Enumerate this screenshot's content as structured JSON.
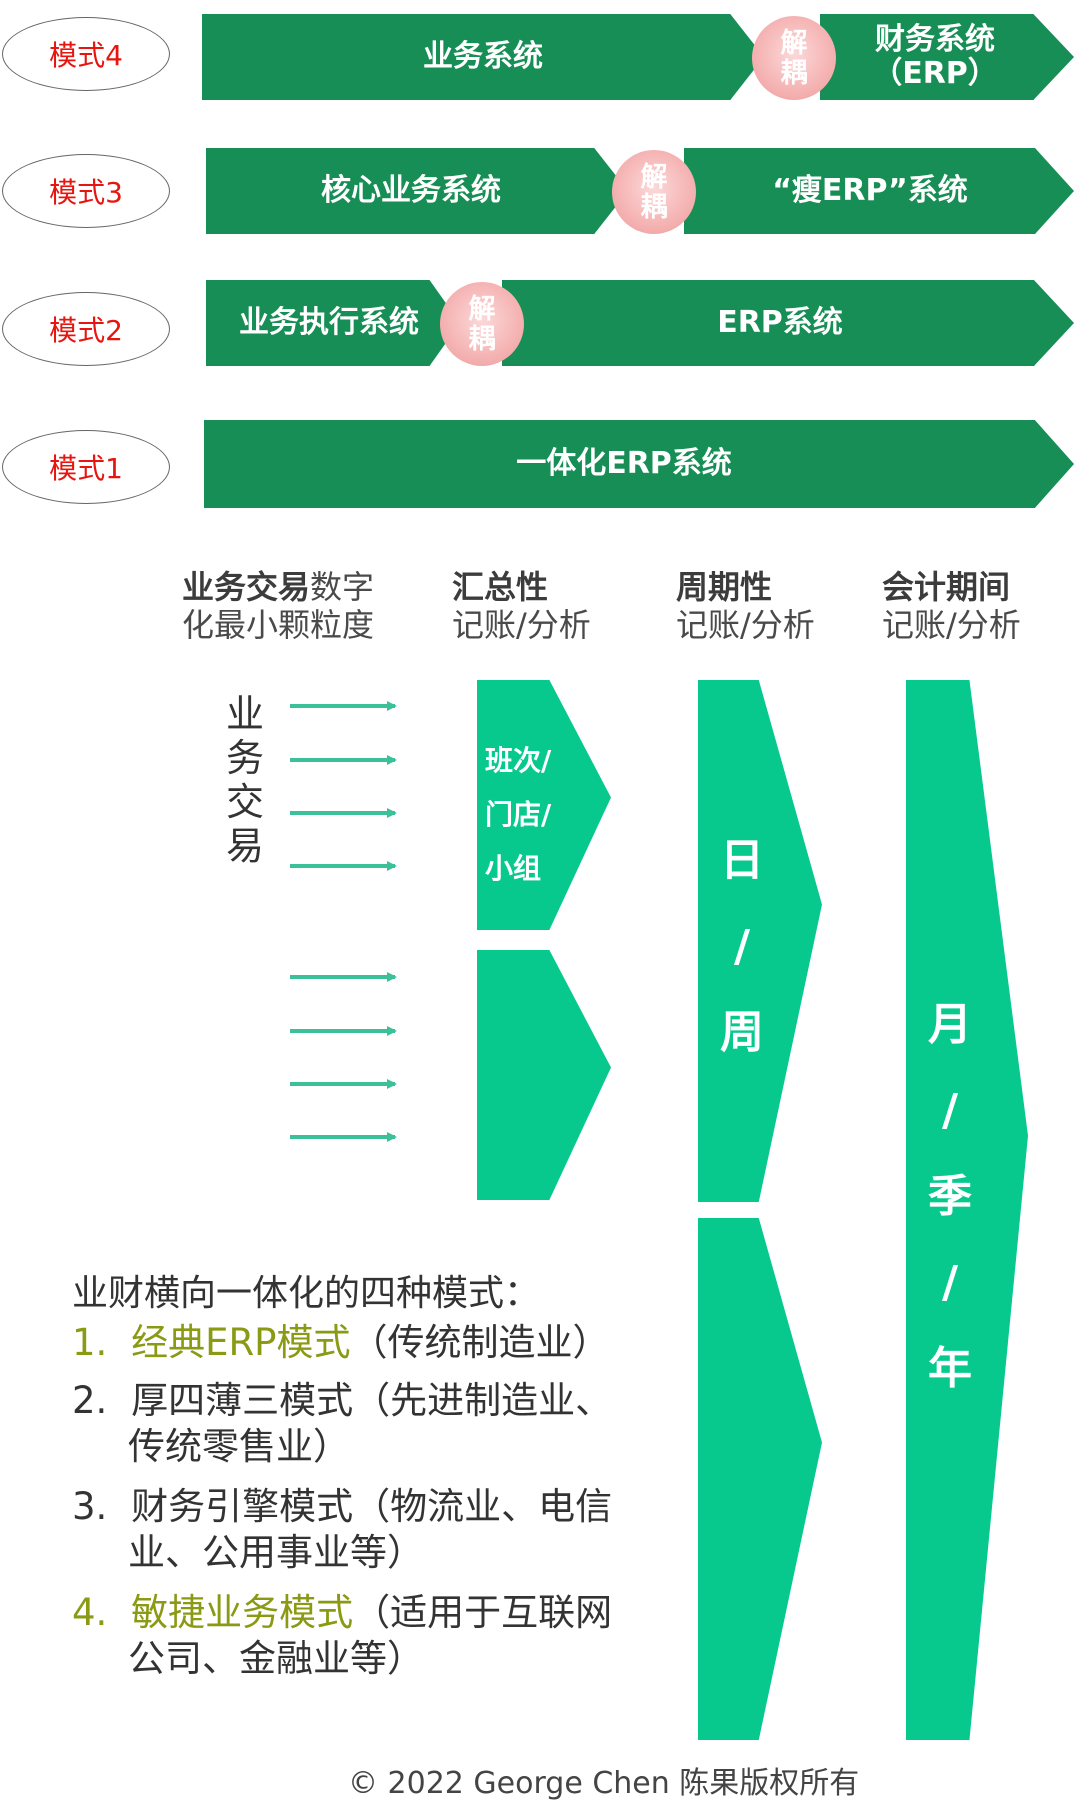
{
  "top_section": {
    "rows": [
      {
        "mode": "模式4",
        "segments": [
          "业务系统",
          "财务系统\n（ERP）"
        ],
        "decouple": "解\n耦"
      },
      {
        "mode": "模式3",
        "segments": [
          "核心业务系统",
          "“瘦ERP”系统"
        ],
        "decouple": "解\n耦"
      },
      {
        "mode": "模式2",
        "segments": [
          "业务执行系统",
          "ERP系统"
        ],
        "decouple": "解\n耦"
      },
      {
        "mode": "模式1",
        "segments": [
          "一体化ERP系统"
        ]
      }
    ]
  },
  "columns": {
    "c1": {
      "strong": "业务交易",
      "light1": "数字",
      "light2": "化最小颗粒度"
    },
    "c2": {
      "strong": "汇总性",
      "light": "记账/分析"
    },
    "c3": {
      "strong": "周期性",
      "light": "记账/分析"
    },
    "c4": {
      "strong": "会计期间",
      "light": "记账/分析"
    }
  },
  "business_trade_vertical": [
    "业",
    "务",
    "交",
    "易"
  ],
  "chevron_texts": {
    "shift": [
      "班次/",
      "门店/",
      "小组"
    ],
    "day_week": [
      "日",
      "/",
      "周"
    ],
    "month_season_year": [
      "月",
      "/",
      "季",
      "/",
      "年"
    ]
  },
  "modes_intro": "业财横向一体化的四种模式：",
  "list": [
    {
      "num": "1.",
      "highlight": "经典ERP模式",
      "rest": "（传统制造业）",
      "line2": ""
    },
    {
      "num": "2.",
      "highlight": "",
      "rest": "厚四薄三模式（先进制造业、",
      "line2": "传统零售业）"
    },
    {
      "num": "3.",
      "highlight": "",
      "rest": "财务引擎模式（物流业、电信",
      "line2": "业、公用事业等）"
    },
    {
      "num": "4.",
      "highlight": "敏捷业务模式",
      "rest": "（适用于互联网",
      "line2": "公司、金融业等）"
    }
  ],
  "copyright": "© 2022 George Chen 陈果版权所有",
  "colors": {
    "bar": "#168e55",
    "chevron": "#07c98e",
    "mode_text": "#e8140f",
    "highlight": "#8b9a13"
  }
}
